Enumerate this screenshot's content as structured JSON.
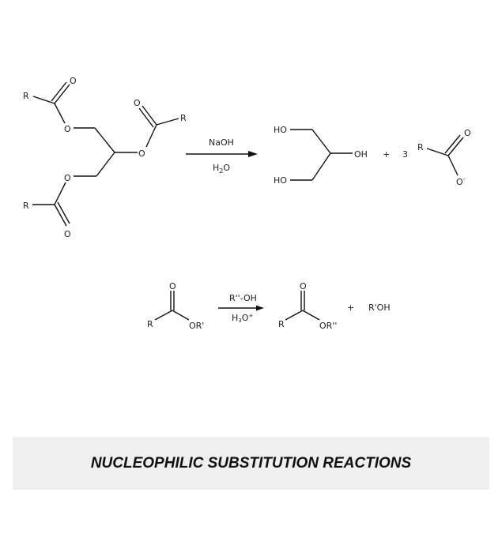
{
  "reaction1": {
    "reactant_labels": {
      "r": "R",
      "o": "O"
    },
    "reagent_top": "NaOH",
    "reagent_bottom_main": "H",
    "reagent_bottom_sub": "2",
    "reagent_bottom_end": "O",
    "product_glycerol": {
      "ho": "HO",
      "oh": "OH"
    },
    "plus": "+",
    "coefficient": "3",
    "carboxylate": {
      "r": "R",
      "o": "O",
      "charge": "-"
    }
  },
  "reaction2": {
    "reactant": {
      "r": "R",
      "o": "O",
      "or": "OR'"
    },
    "reagent_top": "R''-OH",
    "reagent_bottom_main": "H",
    "reagent_bottom_sub": "3",
    "reagent_bottom_end": "O",
    "reagent_bottom_charge": "+",
    "product": {
      "r": "R",
      "o": "O",
      "or": "OR''"
    },
    "plus": "+",
    "byproduct": "R'OH"
  },
  "banner": {
    "title": "NUCLEOPHILIC SUBSTITUTION REACTIONS"
  }
}
